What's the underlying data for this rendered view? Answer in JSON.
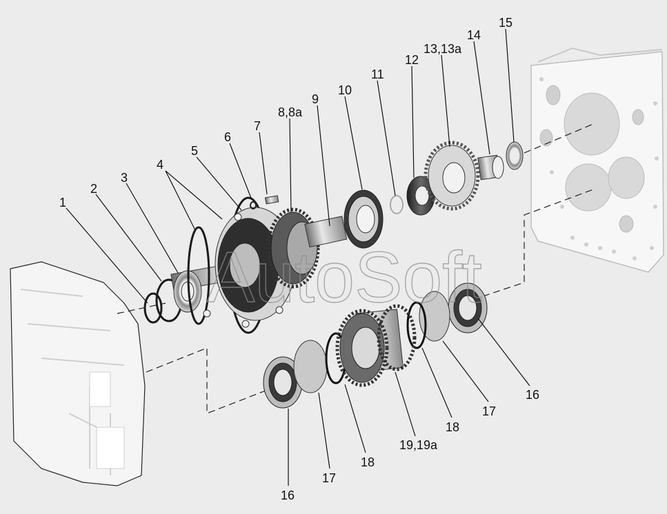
{
  "watermark": "AutoSoft",
  "labels": {
    "n1": "1",
    "n2": "2",
    "n3": "3",
    "n4": "4",
    "n5": "5",
    "n6": "6",
    "n7": "7",
    "n8": "8,8a",
    "n9": "9",
    "n10": "10",
    "n11": "11",
    "n12": "12",
    "n13": "13,13a",
    "n14": "14",
    "n15": "15",
    "n16a": "16",
    "n16b": "16",
    "n17a": "17",
    "n17b": "17",
    "n18a": "18",
    "n18b": "18",
    "n19": "19,19a"
  },
  "colors": {
    "background": "#ececec",
    "housing": "#f4f4f4",
    "metal_light": "#dcdcdc",
    "metal_mid": "#9a9a9a",
    "metal_dark": "#3a3a3a",
    "line": "#111111"
  }
}
